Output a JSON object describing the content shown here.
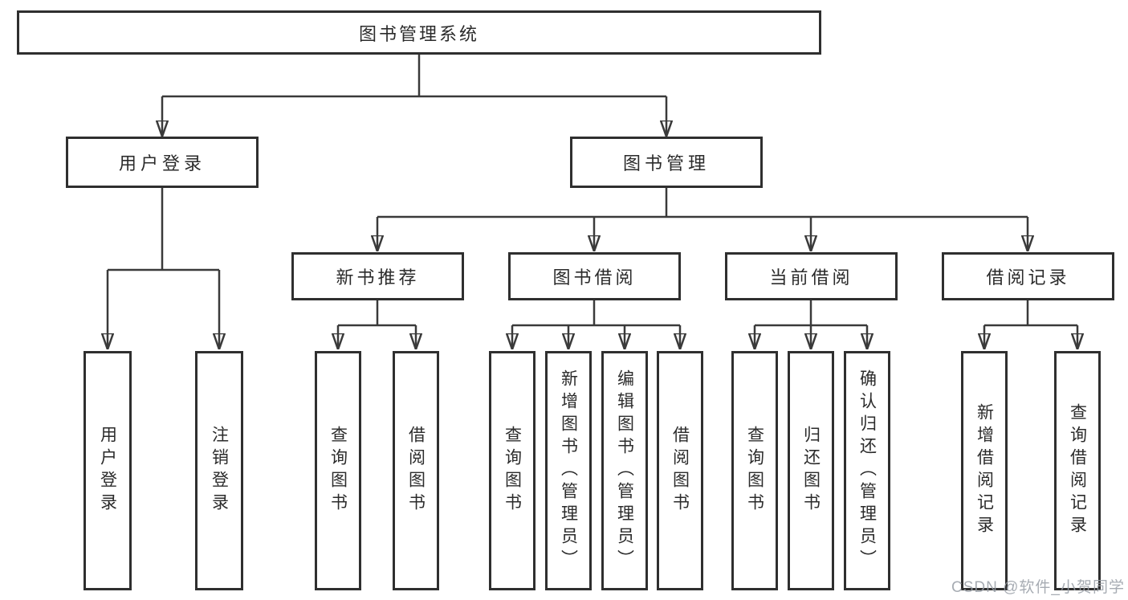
{
  "colors": {
    "line": "#3a3a3a",
    "box_border": "#2f2f2f",
    "text": "#2b2b2b",
    "watermark": "#989ea6",
    "background": "#ffffff"
  },
  "diagram": {
    "root": {
      "label": "图书管理系统"
    },
    "level1": [
      {
        "label": "用户登录"
      },
      {
        "label": "图书管理"
      }
    ],
    "level2": [
      {
        "label": "新书推荐"
      },
      {
        "label": "图书借阅"
      },
      {
        "label": "当前借阅"
      },
      {
        "label": "借阅记录"
      }
    ],
    "leaves": {
      "user_login": [
        "用户登录",
        "注销登录"
      ],
      "new_books": [
        "查询图书",
        "借阅图书"
      ],
      "book_borrow": [
        "查询图书",
        "新增图书（管理员）",
        "编辑图书（管理员）",
        "借阅图书"
      ],
      "current_borrow": [
        "查询图书",
        "归还图书",
        "确认归还（管理员）"
      ],
      "borrow_records": [
        "新增借阅记录",
        "查询借阅记录"
      ]
    }
  },
  "watermark": {
    "text": "CSDN @软件_小贺同学"
  }
}
